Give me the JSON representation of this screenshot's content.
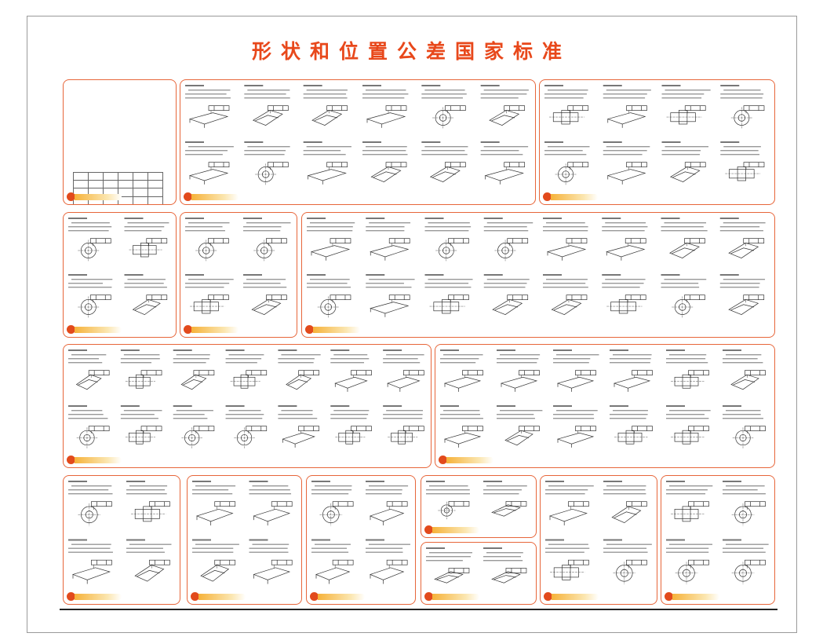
{
  "title": "形状和位置公差国家标准",
  "colors": {
    "accent": "#e8481b",
    "panel_border": "#e7663a",
    "band": "#f6b23a"
  },
  "panels": [
    {
      "id": "p1",
      "badge": "",
      "band_label": ""
    },
    {
      "id": "p2",
      "badge": "",
      "band_label": ""
    },
    {
      "id": "p3",
      "badge": "",
      "band_label": ""
    },
    {
      "id": "p4",
      "badge": "",
      "band_label": ""
    },
    {
      "id": "p5",
      "badge": "",
      "band_label": ""
    },
    {
      "id": "p6",
      "badge": "",
      "band_label": ""
    },
    {
      "id": "p7",
      "badge": "",
      "band_label": ""
    },
    {
      "id": "p8",
      "badge": "",
      "band_label": ""
    },
    {
      "id": "p9",
      "badge": "",
      "band_label": ""
    },
    {
      "id": "p10",
      "badge": "",
      "band_label": ""
    },
    {
      "id": "p11",
      "badge": "",
      "band_label": ""
    },
    {
      "id": "p12",
      "badge": "",
      "band_label": ""
    },
    {
      "id": "p13",
      "badge": "",
      "band_label": ""
    },
    {
      "id": "p14",
      "badge": "",
      "band_label": ""
    },
    {
      "id": "p15",
      "badge": "",
      "band_label": ""
    },
    {
      "id": "p16",
      "badge": "",
      "band_label": ""
    }
  ]
}
